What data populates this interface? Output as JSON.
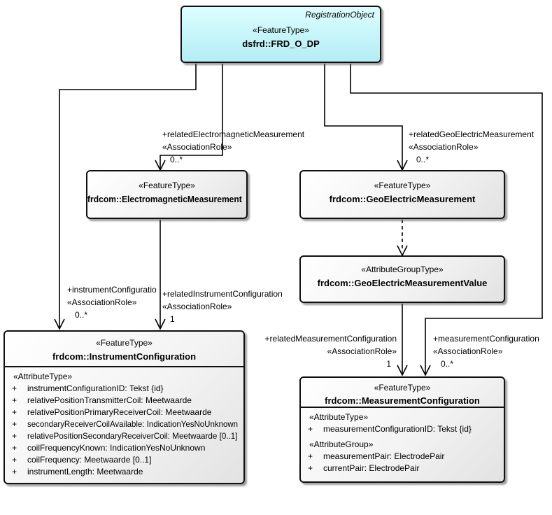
{
  "diagram": {
    "colors": {
      "accent_fill": "#c9f6fa",
      "node_fill": "#efefef",
      "line": "#000000"
    },
    "classes": {
      "frd": {
        "corner_tag": "RegistrationObject",
        "stereotype": "«FeatureType»",
        "name": "dsfrd::FRD_O_DP"
      },
      "em": {
        "stereotype": "«FeatureType»",
        "name": "frdcom::ElectromagneticMeasurement"
      },
      "geo": {
        "stereotype": "«FeatureType»",
        "name": "frdcom::GeoElectricMeasurement"
      },
      "geoval": {
        "stereotype": "«AttributeGroupType»",
        "name": "frdcom::GeoElectricMeasurementValue"
      },
      "instr": {
        "stereotype": "«FeatureType»",
        "name": "frdcom::InstrumentConfiguration",
        "sections": [
          {
            "header": "«AttributeType»",
            "attrs": [
              {
                "vis": "+",
                "text": "instrumentConfigurationID: Tekst {id}"
              },
              {
                "vis": "+",
                "text": "relativePositionTransmitterCoil: Meetwaarde"
              },
              {
                "vis": "+",
                "text": "relativePositionPrimaryReceiverCoil: Meetwaarde"
              },
              {
                "vis": "+",
                "text": "secondaryReceiverCoilAvailable: IndicationYesNoUnknown"
              },
              {
                "vis": "+",
                "text": "relativePositionSecondaryReceiverCoil: Meetwaarde [0..1]"
              },
              {
                "vis": "+",
                "text": "coilFrequencyKnown: IndicationYesNoUnknown"
              },
              {
                "vis": "+",
                "text": "coilFrequency: Meetwaarde [0..1]"
              },
              {
                "vis": "+",
                "text": "instrumentLength: Meetwaarde"
              }
            ]
          }
        ]
      },
      "meas": {
        "stereotype": "«FeatureType»",
        "name": "frdcom::MeasurementConfiguration",
        "sections": [
          {
            "header": "«AttributeType»",
            "attrs": [
              {
                "vis": "+",
                "text": "measurementConfigurationID: Tekst {id}"
              }
            ]
          },
          {
            "header": "«AttributeGroup»",
            "attrs": [
              {
                "vis": "+",
                "text": "measurementPair: ElectrodePair"
              },
              {
                "vis": "+",
                "text": "currentPair: ElectrodePair"
              }
            ]
          }
        ]
      }
    },
    "associations": {
      "instrument_configuration": {
        "role": "+instrumentConfiguratio",
        "stereotype": "«AssociationRole»",
        "multiplicity": "0..*"
      },
      "related_electromagnetic_measurement": {
        "role": "+relatedElectromagneticMeasurement",
        "stereotype": "«AssociationRole»",
        "multiplicity": "0..*"
      },
      "related_geo_electric_measurement": {
        "role": "+relatedGeoElectricMeasurement",
        "stereotype": "«AssociationRole»",
        "multiplicity": "0..*"
      },
      "related_instrument_configuration": {
        "role": "+relatedInstrumentConfiguration",
        "stereotype": "«AssociationRole»",
        "multiplicity": "1"
      },
      "related_measurement_configuration": {
        "role": "+relatedMeasurementConfiguration",
        "stereotype": "«AssociationRole»",
        "multiplicity": "1"
      },
      "measurement_configuration": {
        "role": "+measurementConfiguration",
        "stereotype": "«AssociationRole»",
        "multiplicity": "0..*"
      }
    }
  }
}
